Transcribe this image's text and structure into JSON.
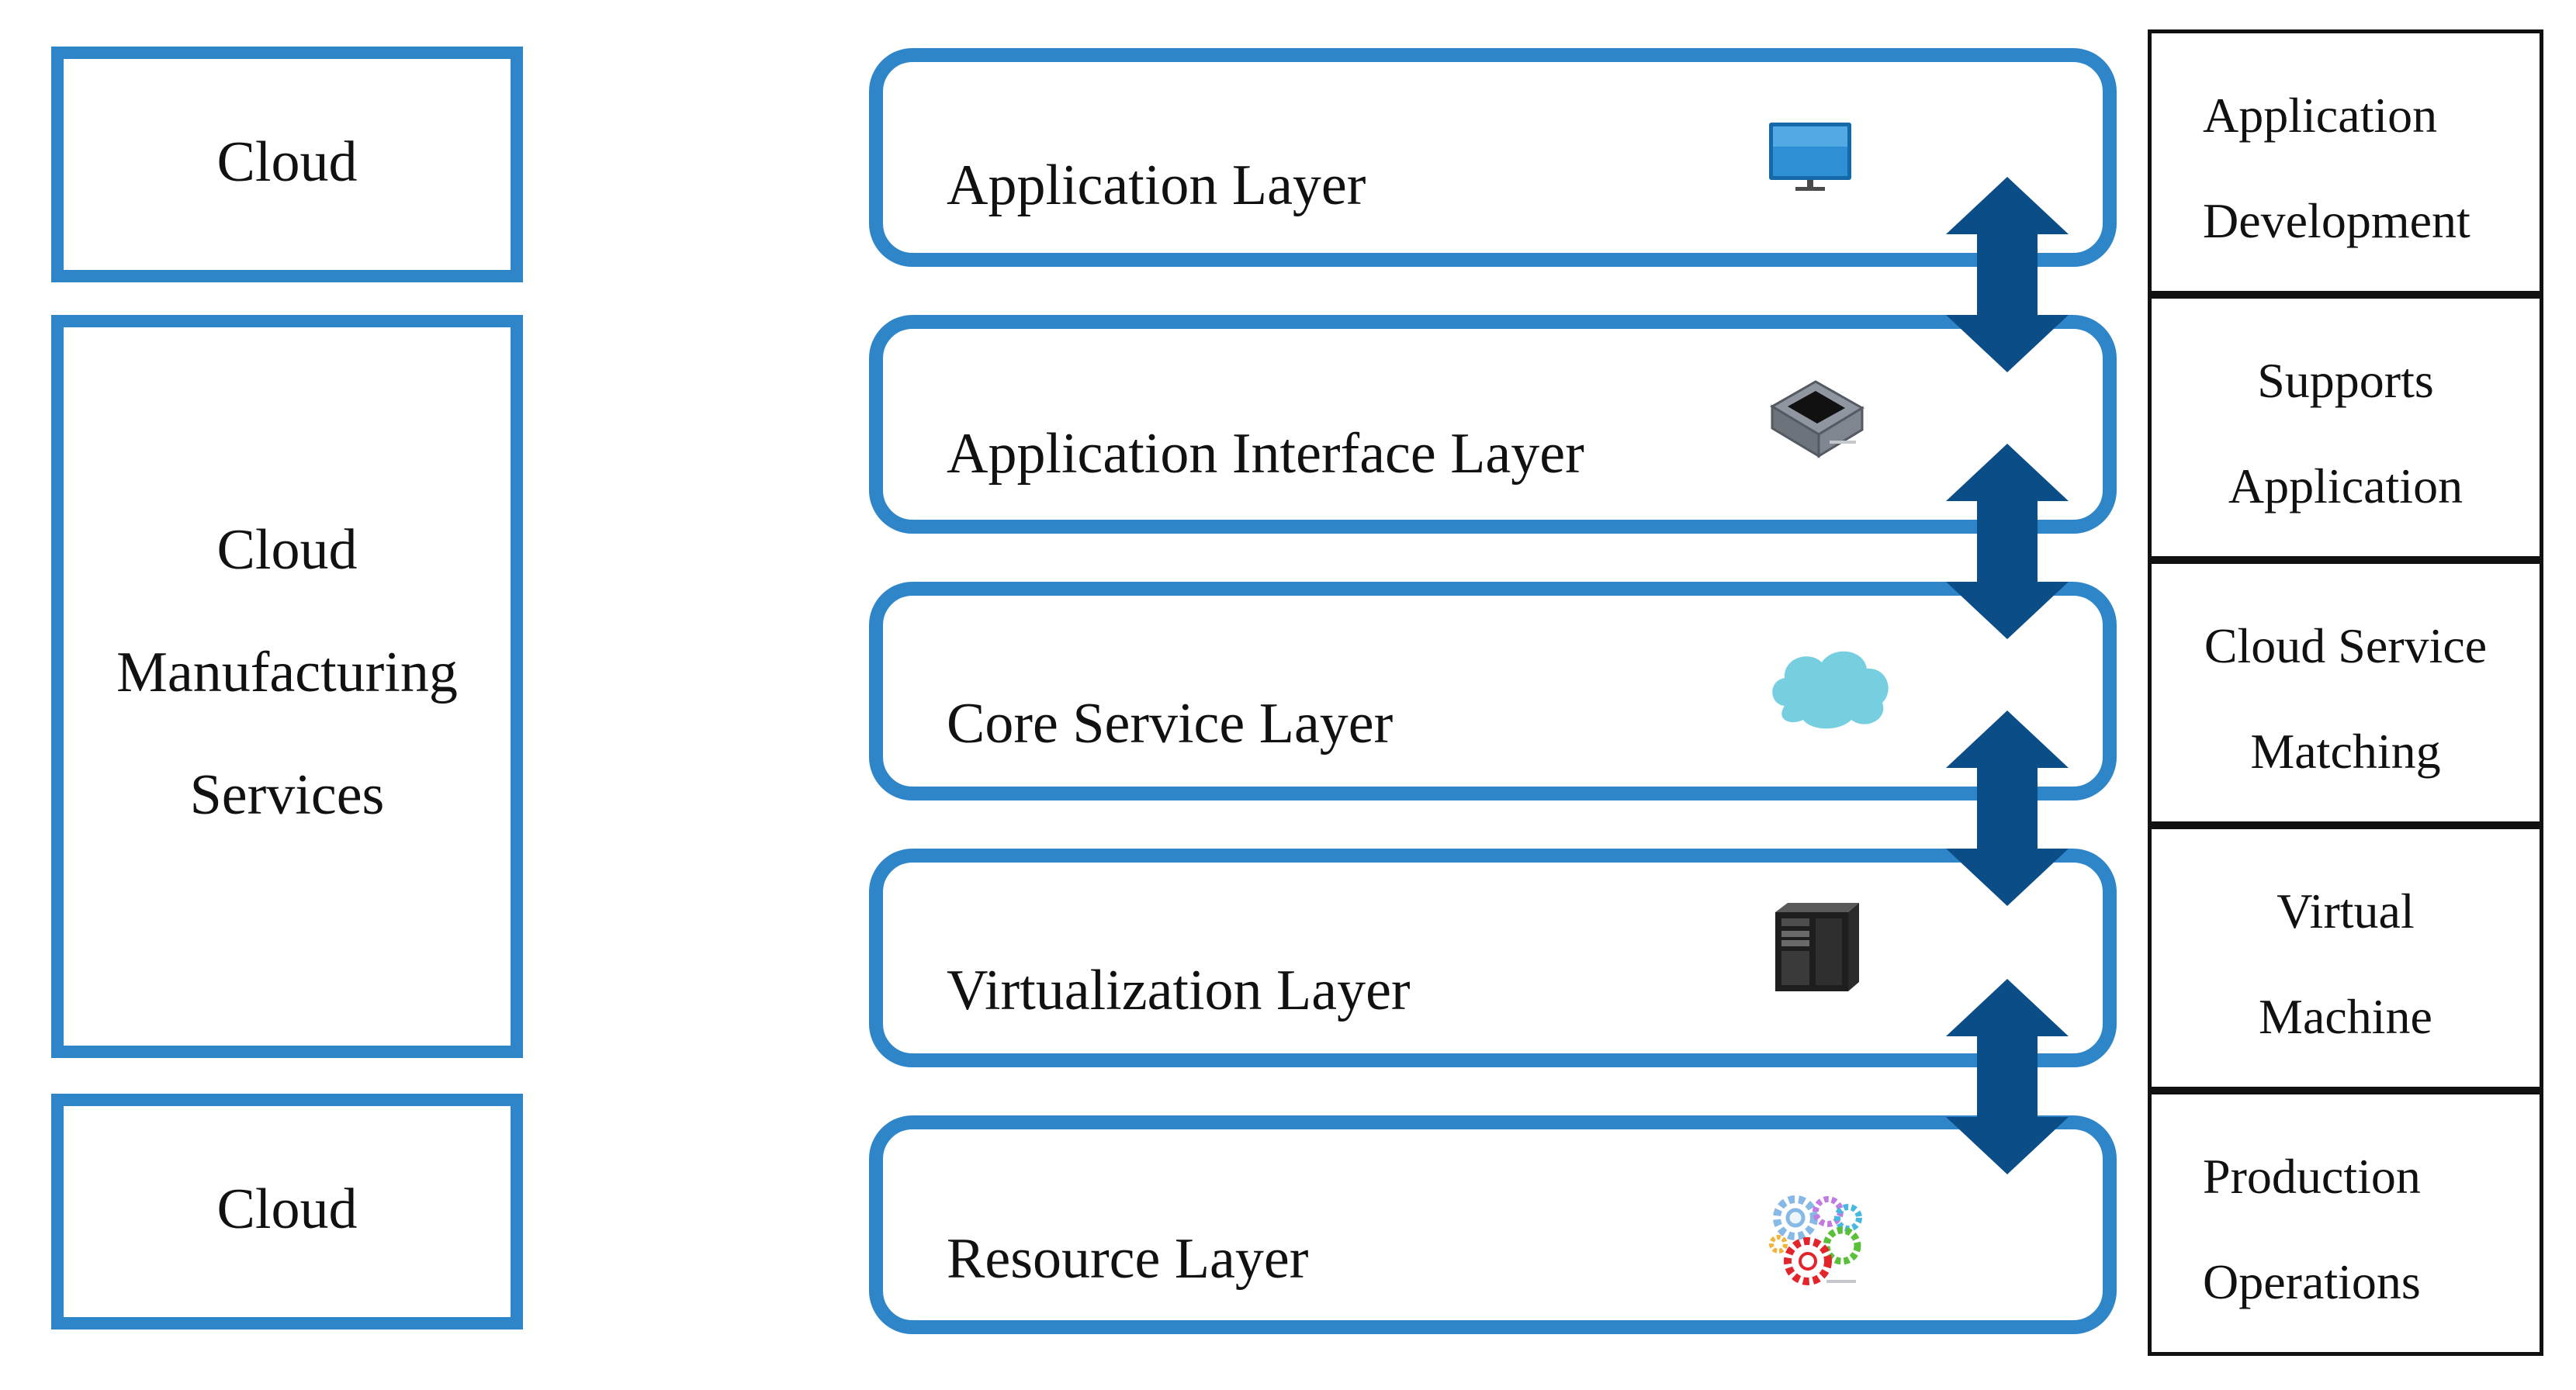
{
  "colors": {
    "box_border": "#2e86c9",
    "arrow": "#0b4d86",
    "text": "#111111",
    "right_border": "#111111"
  },
  "left_column": [
    {
      "lines": [
        "Cloud"
      ]
    },
    {
      "lines": [
        "Cloud",
        "Manufacturing",
        "Services"
      ]
    },
    {
      "lines": [
        "Cloud"
      ]
    }
  ],
  "layers": [
    {
      "label": "Application Layer",
      "icon": "monitor-icon"
    },
    {
      "label": "Application Interface Layer",
      "icon": "device-icon"
    },
    {
      "label": "Core Service Layer",
      "icon": "cloud-icon"
    },
    {
      "label": "Virtualization Layer",
      "icon": "server-tower-icon"
    },
    {
      "label": "Resource Layer",
      "icon": "gears-icon"
    }
  ],
  "right_column": [
    {
      "lines": [
        "Application",
        "Development"
      ]
    },
    {
      "lines": [
        "Supports",
        "Application"
      ]
    },
    {
      "lines": [
        "Cloud Service",
        "Matching"
      ]
    },
    {
      "lines": [
        "Virtual",
        "Machine"
      ]
    },
    {
      "lines": [
        "Production",
        "Operations"
      ]
    }
  ],
  "arrows": {
    "count": 4,
    "icon": "double-arrow-icon",
    "style": "bidirectional vertical"
  }
}
